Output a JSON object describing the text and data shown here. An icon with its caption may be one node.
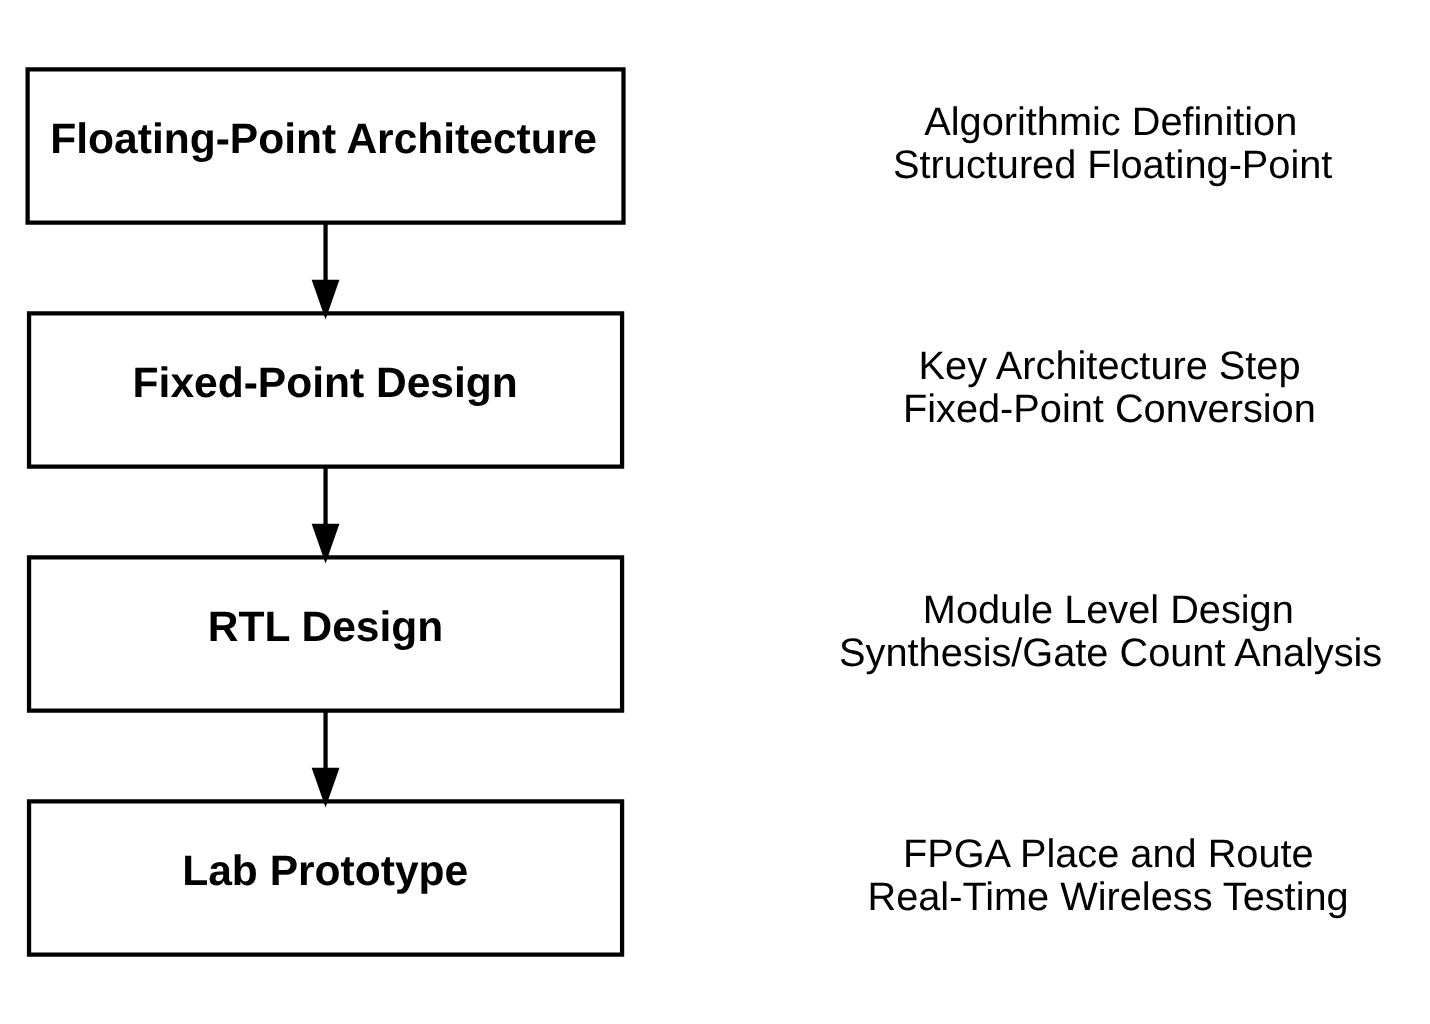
{
  "diagram": {
    "nodes": [
      {
        "text": [
          "Floating-Point Architecture"
        ],
        "beside": [
          "Algorithmic Definition",
          "Structured Floating-Point"
        ]
      },
      {
        "text": [
          "Fixed-Point Design"
        ],
        "beside": [
          "Key Architecture Step",
          "Fixed-Point Conversion"
        ]
      },
      {
        "text": [
          "RTL Design"
        ],
        "beside": [
          "Module Level Design",
          "Synthesis/Gate Count Analysis"
        ]
      },
      {
        "text": [
          "Lab Prototype"
        ],
        "beside": [
          "FPGA Place and Route",
          "Real-Time Wireless Testing"
        ]
      }
    ],
    "edges": [
      {
        "from": 0,
        "to": 1,
        "arrow": "to"
      },
      {
        "from": 1,
        "to": 2,
        "arrow": "to"
      },
      {
        "from": 2,
        "to": 3,
        "arrow": "to"
      }
    ]
  }
}
